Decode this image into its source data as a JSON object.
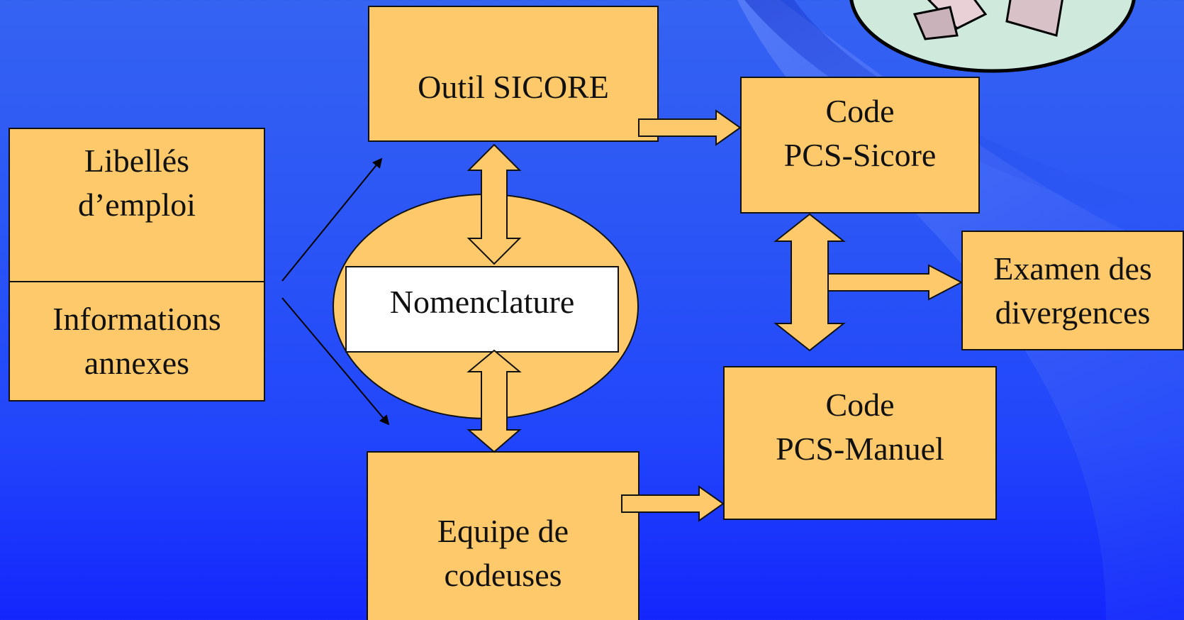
{
  "diagram": {
    "boxes": {
      "libelles": {
        "line1": "Libellés",
        "line2": "d’emploi"
      },
      "informations": {
        "line1": "Informations",
        "line2": "annexes"
      },
      "outil": {
        "line1": "Outil SICORE"
      },
      "nomenclature": {
        "line1": "Nomenclature"
      },
      "equipe": {
        "line1": "Equipe de",
        "line2": "codeuses"
      },
      "code_sicore": {
        "line1": "Code",
        "line2": "PCS-Sicore"
      },
      "code_manuel": {
        "line1": "Code",
        "line2": "PCS-Manuel"
      },
      "examen": {
        "line1": "Examen des",
        "line2": "divergences"
      }
    },
    "colors": {
      "box_fill": "#fdc96a",
      "background": "#2a50f6",
      "outline": "#111111"
    }
  }
}
